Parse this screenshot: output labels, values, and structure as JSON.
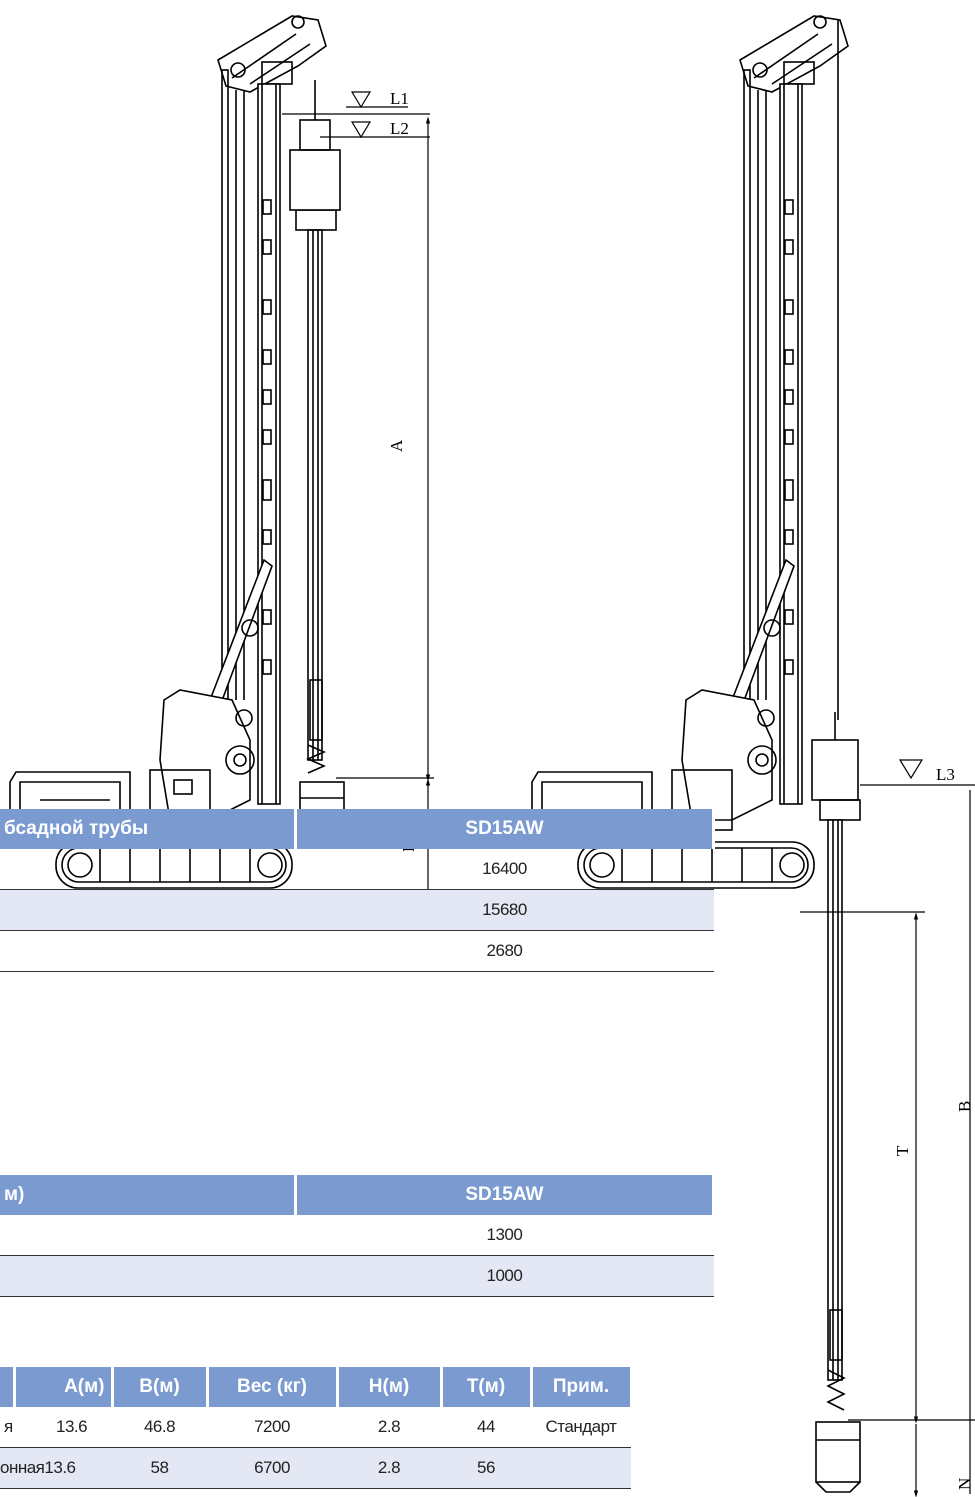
{
  "labels": {
    "L1": "L1",
    "L2": "L2",
    "L3": "L3",
    "A": "A",
    "H": "H",
    "B": "B",
    "T": "T",
    "N": "N"
  },
  "table1": {
    "header_left": "бсадной трубы",
    "header_right": "SD15AW",
    "rows": [
      "16400",
      "15680",
      "2680"
    ]
  },
  "table2": {
    "header_left": "м)",
    "header_right": "SD15AW",
    "rows": [
      "1300",
      "1000"
    ]
  },
  "table3": {
    "headers": [
      "A(м)",
      "B(м)",
      "Вес (кг)",
      "H(м)",
      "T(м)",
      "Прим."
    ],
    "rows": [
      {
        "name": "я",
        "a": "13.6",
        "b": "46.8",
        "weight": "7200",
        "h": "2.8",
        "t": "44",
        "note": "Стандарт"
      },
      {
        "name": "онная",
        "a": "13.6",
        "b": "58",
        "weight": "6700",
        "h": "2.8",
        "t": "56",
        "note": ""
      }
    ]
  }
}
